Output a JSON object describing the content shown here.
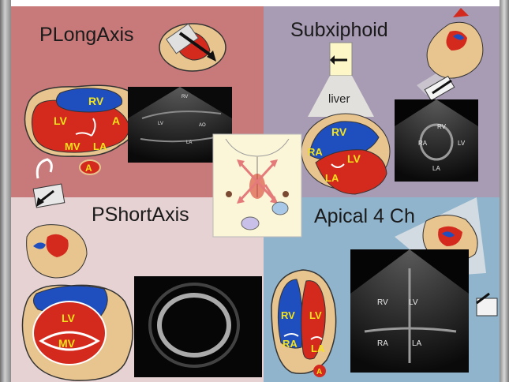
{
  "views": {
    "plong": {
      "title": "PLongAxis",
      "labels": {
        "rv": "RV",
        "lv": "LV",
        "a": "A",
        "mv": "MV",
        "la": "LA",
        "a2": "A"
      },
      "us_labels": {
        "rv": "RV",
        "lv": "LV",
        "ao": "AO",
        "la": "LA"
      }
    },
    "subx": {
      "title": "Subxiphoid",
      "liver": "liver",
      "labels": {
        "rv": "RV",
        "ra": "RA",
        "lv": "LV",
        "la": "LA"
      },
      "us_labels": {
        "rv": "RV",
        "ra": "RA",
        "lv": "LV",
        "la": "LA"
      }
    },
    "pshort": {
      "title": "PShortAxis",
      "labels": {
        "lv": "LV",
        "mv": "MV"
      }
    },
    "apical": {
      "title": "Apical 4 Ch",
      "labels": {
        "rv": "RV",
        "lv": "LV",
        "ra": "RA",
        "la": "LA",
        "a": "A"
      },
      "us_labels": {
        "rv": "RV",
        "lv": "LV",
        "ra": "RA",
        "la": "LA"
      }
    }
  },
  "colors": {
    "plong_bg": "#c87a7a",
    "subx_bg": "#a89bb4",
    "pshort_bg": "#e6d2d2",
    "apical_bg": "#8fb4cc",
    "ventricle_red": "#d42a1e",
    "ventricle_blue": "#1f4fbf",
    "pericardium": "#e8c58f",
    "label_yellow": "#f5e31a"
  }
}
